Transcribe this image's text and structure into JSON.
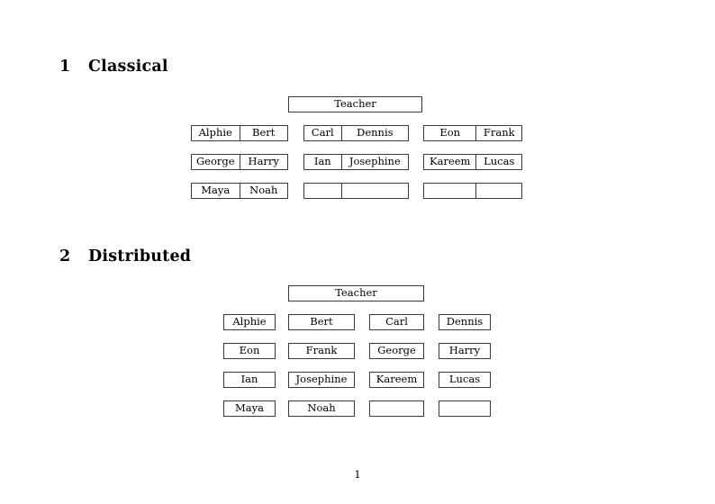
{
  "document": {
    "page_number": "1"
  },
  "sections": [
    {
      "number": "1",
      "title": "Classical",
      "teacher_label": "Teacher",
      "layout": "grouped",
      "groups": [
        {
          "name": "left-group",
          "rows": [
            {
              "cells": [
                "Alphie",
                "Bert"
              ]
            },
            {
              "cells": [
                "George",
                "Harry"
              ]
            },
            {
              "cells": [
                "Maya",
                "Noah"
              ]
            }
          ]
        },
        {
          "name": "middle-group",
          "rows": [
            {
              "cells": [
                "Carl",
                "Dennis"
              ]
            },
            {
              "cells": [
                "Ian",
                "Josephine"
              ]
            },
            {
              "cells": [
                "",
                ""
              ]
            }
          ]
        },
        {
          "name": "right-group",
          "rows": [
            {
              "cells": [
                "Eon",
                "Frank"
              ]
            },
            {
              "cells": [
                "Kareem",
                "Lucas"
              ]
            },
            {
              "cells": [
                "",
                ""
              ]
            }
          ]
        }
      ]
    },
    {
      "number": "2",
      "title": "Distributed",
      "teacher_label": "Teacher",
      "layout": "separate",
      "rows": [
        {
          "cells": [
            "Alphie",
            "Bert",
            "Carl",
            "Dennis"
          ]
        },
        {
          "cells": [
            "Eon",
            "Frank",
            "George",
            "Harry"
          ]
        },
        {
          "cells": [
            "Ian",
            "Josephine",
            "Kareem",
            "Lucas"
          ]
        },
        {
          "cells": [
            "Maya",
            "Noah",
            "",
            ""
          ]
        }
      ]
    }
  ],
  "colors": {
    "page_background": "#ffffff",
    "text": "#000000",
    "box_border": "#3a3a3a"
  }
}
